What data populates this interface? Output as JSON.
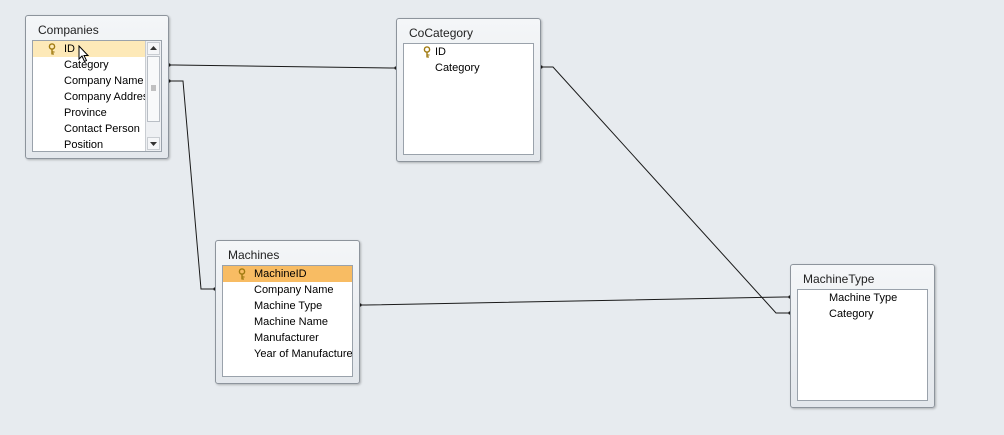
{
  "tables": {
    "companies": {
      "title": "Companies",
      "fields": [
        "ID",
        "Category",
        "Company Name",
        "Company Address",
        "Province",
        "Contact Person",
        "Position"
      ]
    },
    "cocategory": {
      "title": "CoCategory",
      "fields": [
        "ID",
        "Category"
      ]
    },
    "machines": {
      "title": "Machines",
      "fields": [
        "MachineID",
        "Company Name",
        "Machine Type",
        "Machine Name",
        "Manufacturer",
        "Year of Manufacture"
      ]
    },
    "machinetype": {
      "title": "MachineType",
      "fields": [
        "Machine Type",
        "Category"
      ]
    }
  },
  "icons": {
    "primary_key": "key-icon",
    "scroll_up": "scroll-up-arrow-icon",
    "scroll_down": "scroll-down-arrow-icon",
    "cursor": "mouse-pointer-icon"
  },
  "colors": {
    "canvas": "#e7ebef",
    "selected_row": "#fde9b8",
    "selected_key_row": "#f8bc63",
    "relationship_line": "#1a1a1a"
  }
}
